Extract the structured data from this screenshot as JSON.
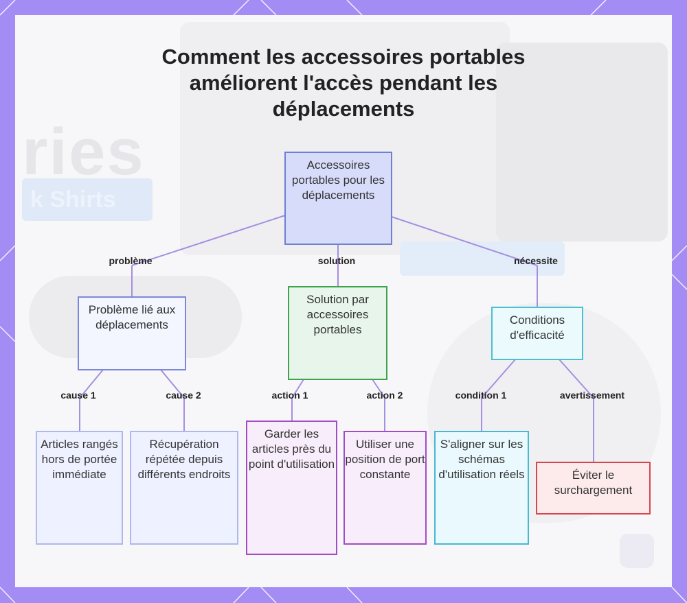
{
  "title": "Comment les accessoires portables améliorent l'accès pendant les déplacements",
  "colors": {
    "frame": "#a48cf5",
    "link": "#a48fe0",
    "root": {
      "fill": "#d8dcfb",
      "stroke": "#6f7fd1"
    },
    "problem": {
      "fill": "#f3f5ff",
      "stroke": "#7b87d8"
    },
    "solution": {
      "fill": "#e7f5ea",
      "stroke": "#3fa34d"
    },
    "conditions": {
      "fill": "#eafafd",
      "stroke": "#4cbfd3"
    },
    "cause": {
      "fill": "#eef1ff",
      "stroke": "#aeb8ec"
    },
    "action": {
      "fill": "#f8eefb",
      "stroke": "#a34cc4"
    },
    "condition": {
      "fill": "#e9f9fd",
      "stroke": "#46b8cf"
    },
    "warning": {
      "fill": "#fdebec",
      "stroke": "#d9454f"
    }
  },
  "nodes": {
    "root": "Accessoires portables pour les déplacements",
    "problem": "Problème lié aux déplacements",
    "solution": "Solution par accessoires portables",
    "conditions": "Conditions d'efficacité",
    "cause1": "Articles rangés hors de portée immédiate",
    "cause2": "Récupération répétée depuis différents endroits",
    "action1": "Garder les articles près du point d'utilisation",
    "action2": "Utiliser une position de port constante",
    "condition1": "S'aligner sur les schémas d'utilisation réels",
    "warning": "Éviter le surchargement"
  },
  "edges": {
    "problem": "problème",
    "solution": "solution",
    "requires": "nécessite",
    "cause1": "cause 1",
    "cause2": "cause 2",
    "action1": "action 1",
    "action2": "action 2",
    "condition1": "condition 1",
    "warning": "avertissement"
  }
}
